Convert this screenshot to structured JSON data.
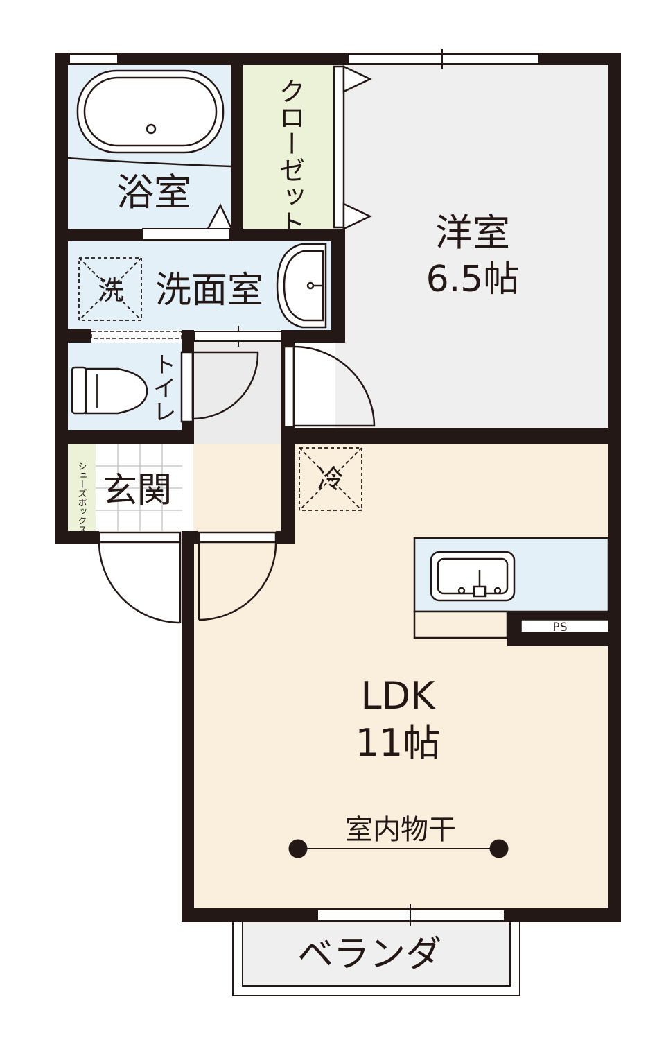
{
  "rooms": {
    "bath": "浴室",
    "closet": "クローゼット",
    "western_room": "洋室",
    "western_room_size": "6.5帖",
    "washroom": "洗面室",
    "washer_mark": "洗",
    "toilet": "トイレ",
    "shoe_box": "シューズボックス",
    "entrance": "玄関",
    "fridge_mark": "冷",
    "ps": "PS",
    "ldk": "LDK",
    "ldk_size": "11帖",
    "indoor_drying": "室内物干",
    "veranda": "ベランダ"
  },
  "colors": {
    "wall": "#231815",
    "wet_area": "#e3f0f8",
    "storage": "#ebf2d7",
    "western": "#efeff0",
    "ldk": "#f9efdc",
    "hall": "#ebebec"
  }
}
